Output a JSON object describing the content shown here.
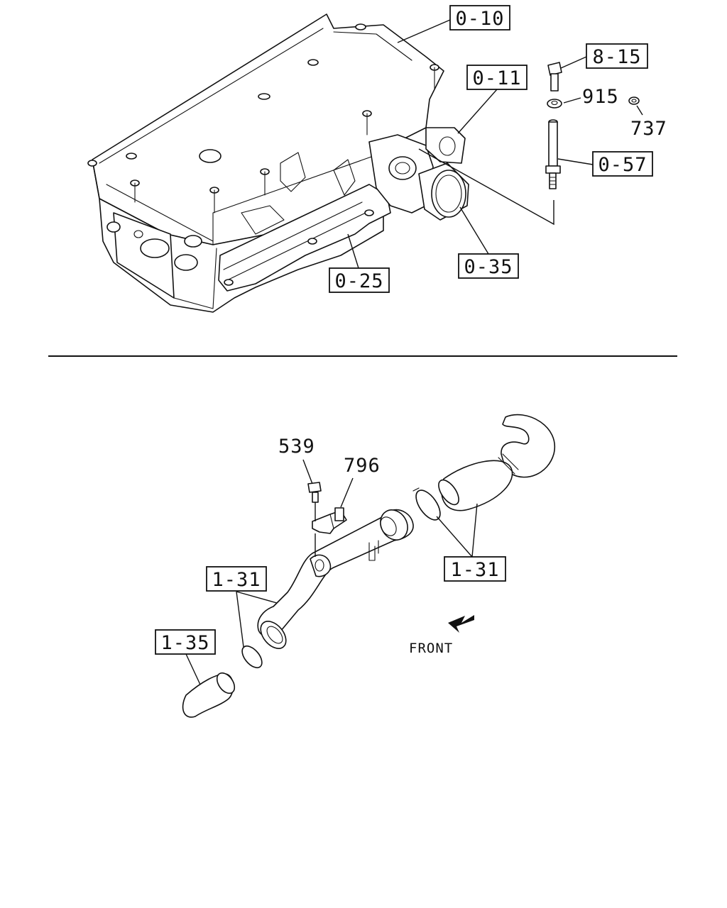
{
  "diagram": {
    "top_callouts": [
      {
        "id": "c010",
        "text": "0-10"
      },
      {
        "id": "c011",
        "text": "0-11"
      },
      {
        "id": "c815",
        "text": "8-15"
      },
      {
        "id": "c057",
        "text": "0-57"
      },
      {
        "id": "c035",
        "text": "0-35"
      },
      {
        "id": "c025",
        "text": "0-25"
      }
    ],
    "top_plain_labels": [
      {
        "id": "p915",
        "text": "915"
      },
      {
        "id": "p737",
        "text": "737"
      }
    ],
    "bottom_callouts": [
      {
        "id": "c131a",
        "text": "1-31"
      },
      {
        "id": "c131b",
        "text": "1-31"
      },
      {
        "id": "c135",
        "text": "1-35"
      }
    ],
    "bottom_plain_labels": [
      {
        "id": "p539",
        "text": "539"
      },
      {
        "id": "p796",
        "text": "796"
      }
    ],
    "front_label": "FRONT"
  }
}
